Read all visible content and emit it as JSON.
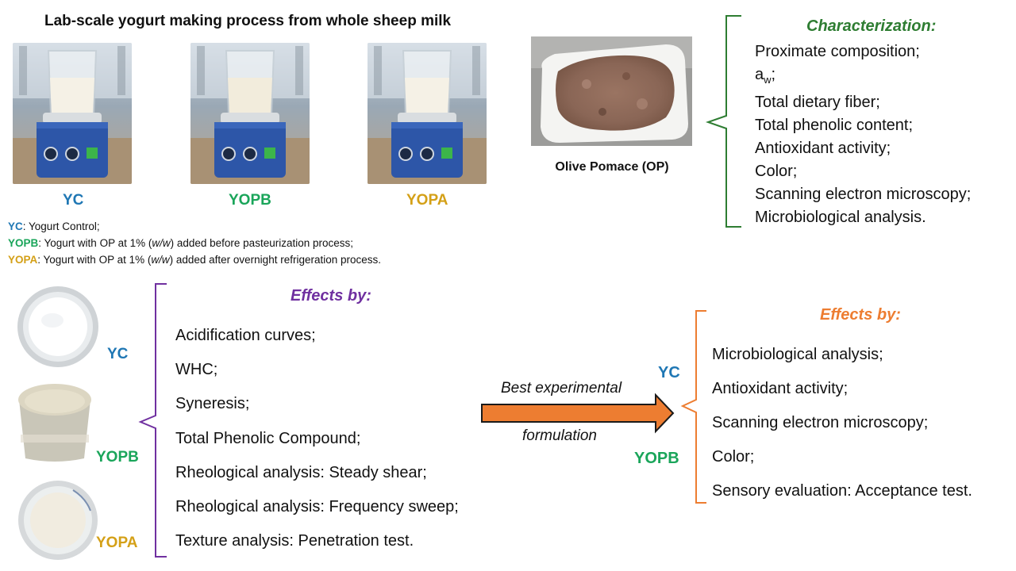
{
  "title": "Lab-scale yogurt making process from whole sheep milk",
  "samples": {
    "yc": "YC",
    "yopb": "YOPB",
    "yopa": "YOPA"
  },
  "legend": {
    "yc_code": "YC",
    "yc_text": ": Yogurt Control;",
    "yopb_code": "YOPB",
    "yopb_text_pre": ": Yogurt with OP at 1% (",
    "yopb_ww": "w/w",
    "yopb_text_post": ") added before pasteurization process;",
    "yopa_code": "YOPA",
    "yopa_text_pre": ": Yogurt with OP at 1% (",
    "yopa_ww": "w/w",
    "yopa_text_post": ") added after overnight refrigeration process."
  },
  "olive_pomace_label": "Olive Pomace (OP)",
  "characterization": {
    "title": "Characterization:",
    "item_1": "Proximate composition;",
    "aw_main": "a",
    "aw_sub": "w",
    "aw_suffix": ";",
    "item_3": "Total dietary fiber;",
    "item_4": "Total phenolic content;",
    "item_5": "Antioxidant activity;",
    "item_6": "Color;",
    "item_7": "Scanning electron microscopy;",
    "item_8": "Microbiological analysis."
  },
  "effects_1": {
    "title": "Effects by:",
    "items": [
      "Acidification curves;",
      "WHC;",
      "Syneresis;",
      "Total Phenolic Compound;",
      "Rheological analysis: Steady shear;",
      "Rheological analysis: Frequency sweep;",
      "Texture analysis: Penetration test."
    ]
  },
  "arrow": {
    "label_top": "Best experimental",
    "label_bottom": "formulation"
  },
  "effects_2": {
    "title": "Effects by:",
    "items": [
      "Microbiological analysis;",
      "Antioxidant activity;",
      "Scanning electron microscopy;",
      "Color;",
      "Sensory evaluation: Acceptance test."
    ]
  },
  "colors": {
    "blue": "#1f77b4",
    "green": "#1aa55a",
    "gold": "#d4a017",
    "purple": "#7030a0",
    "dark_green": "#2e7d32",
    "orange": "#ed7d31"
  }
}
